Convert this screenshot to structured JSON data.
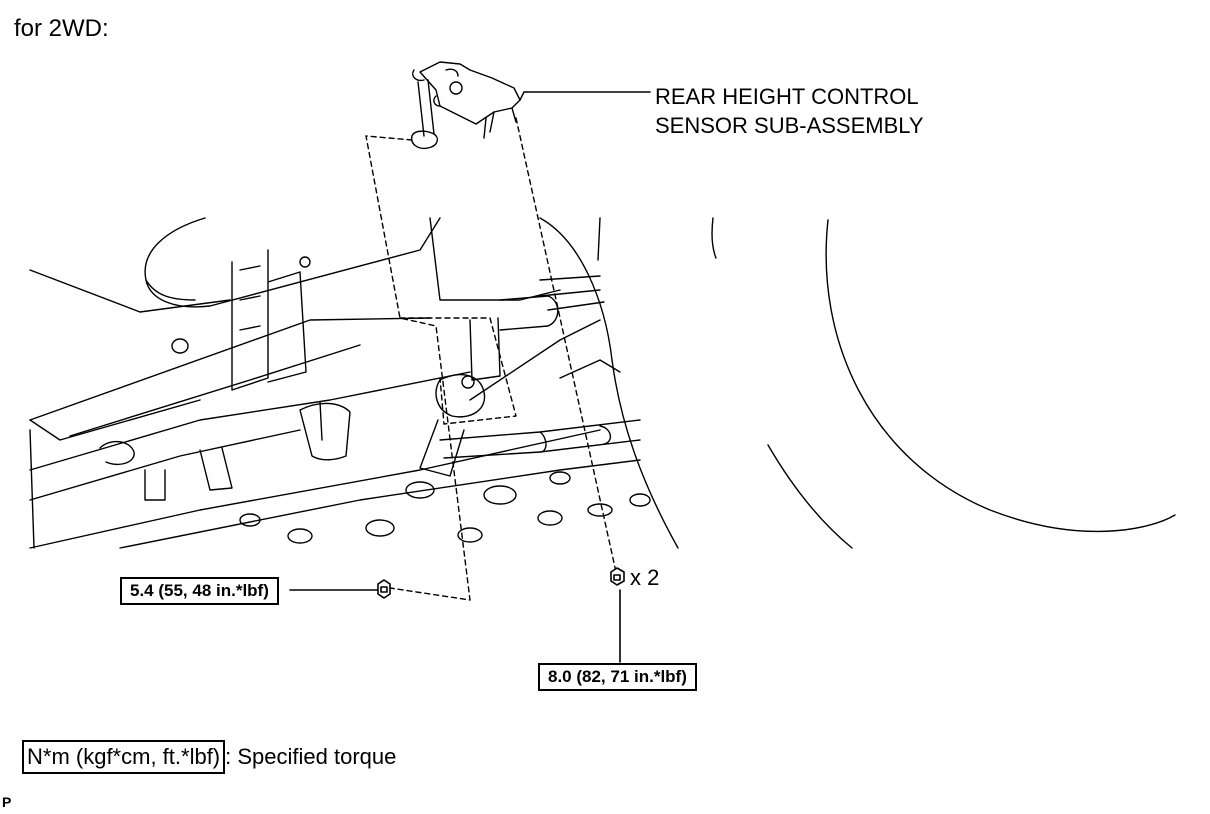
{
  "caption": "for 2WD:",
  "component_label": {
    "line1": "REAR HEIGHT CONTROL",
    "line2": "SENSOR SUB-ASSEMBLY"
  },
  "torques": {
    "link_nut": "5.4 (55, 48 in.*lbf)",
    "bracket_bolts": "8.0 (82, 71 in.*lbf)",
    "bracket_bolts_qty": "x 2"
  },
  "legend": {
    "unit_box": "N*m (kgf*cm, ft.*lbf)",
    "description": ": Specified torque"
  },
  "corner_mark": "P"
}
